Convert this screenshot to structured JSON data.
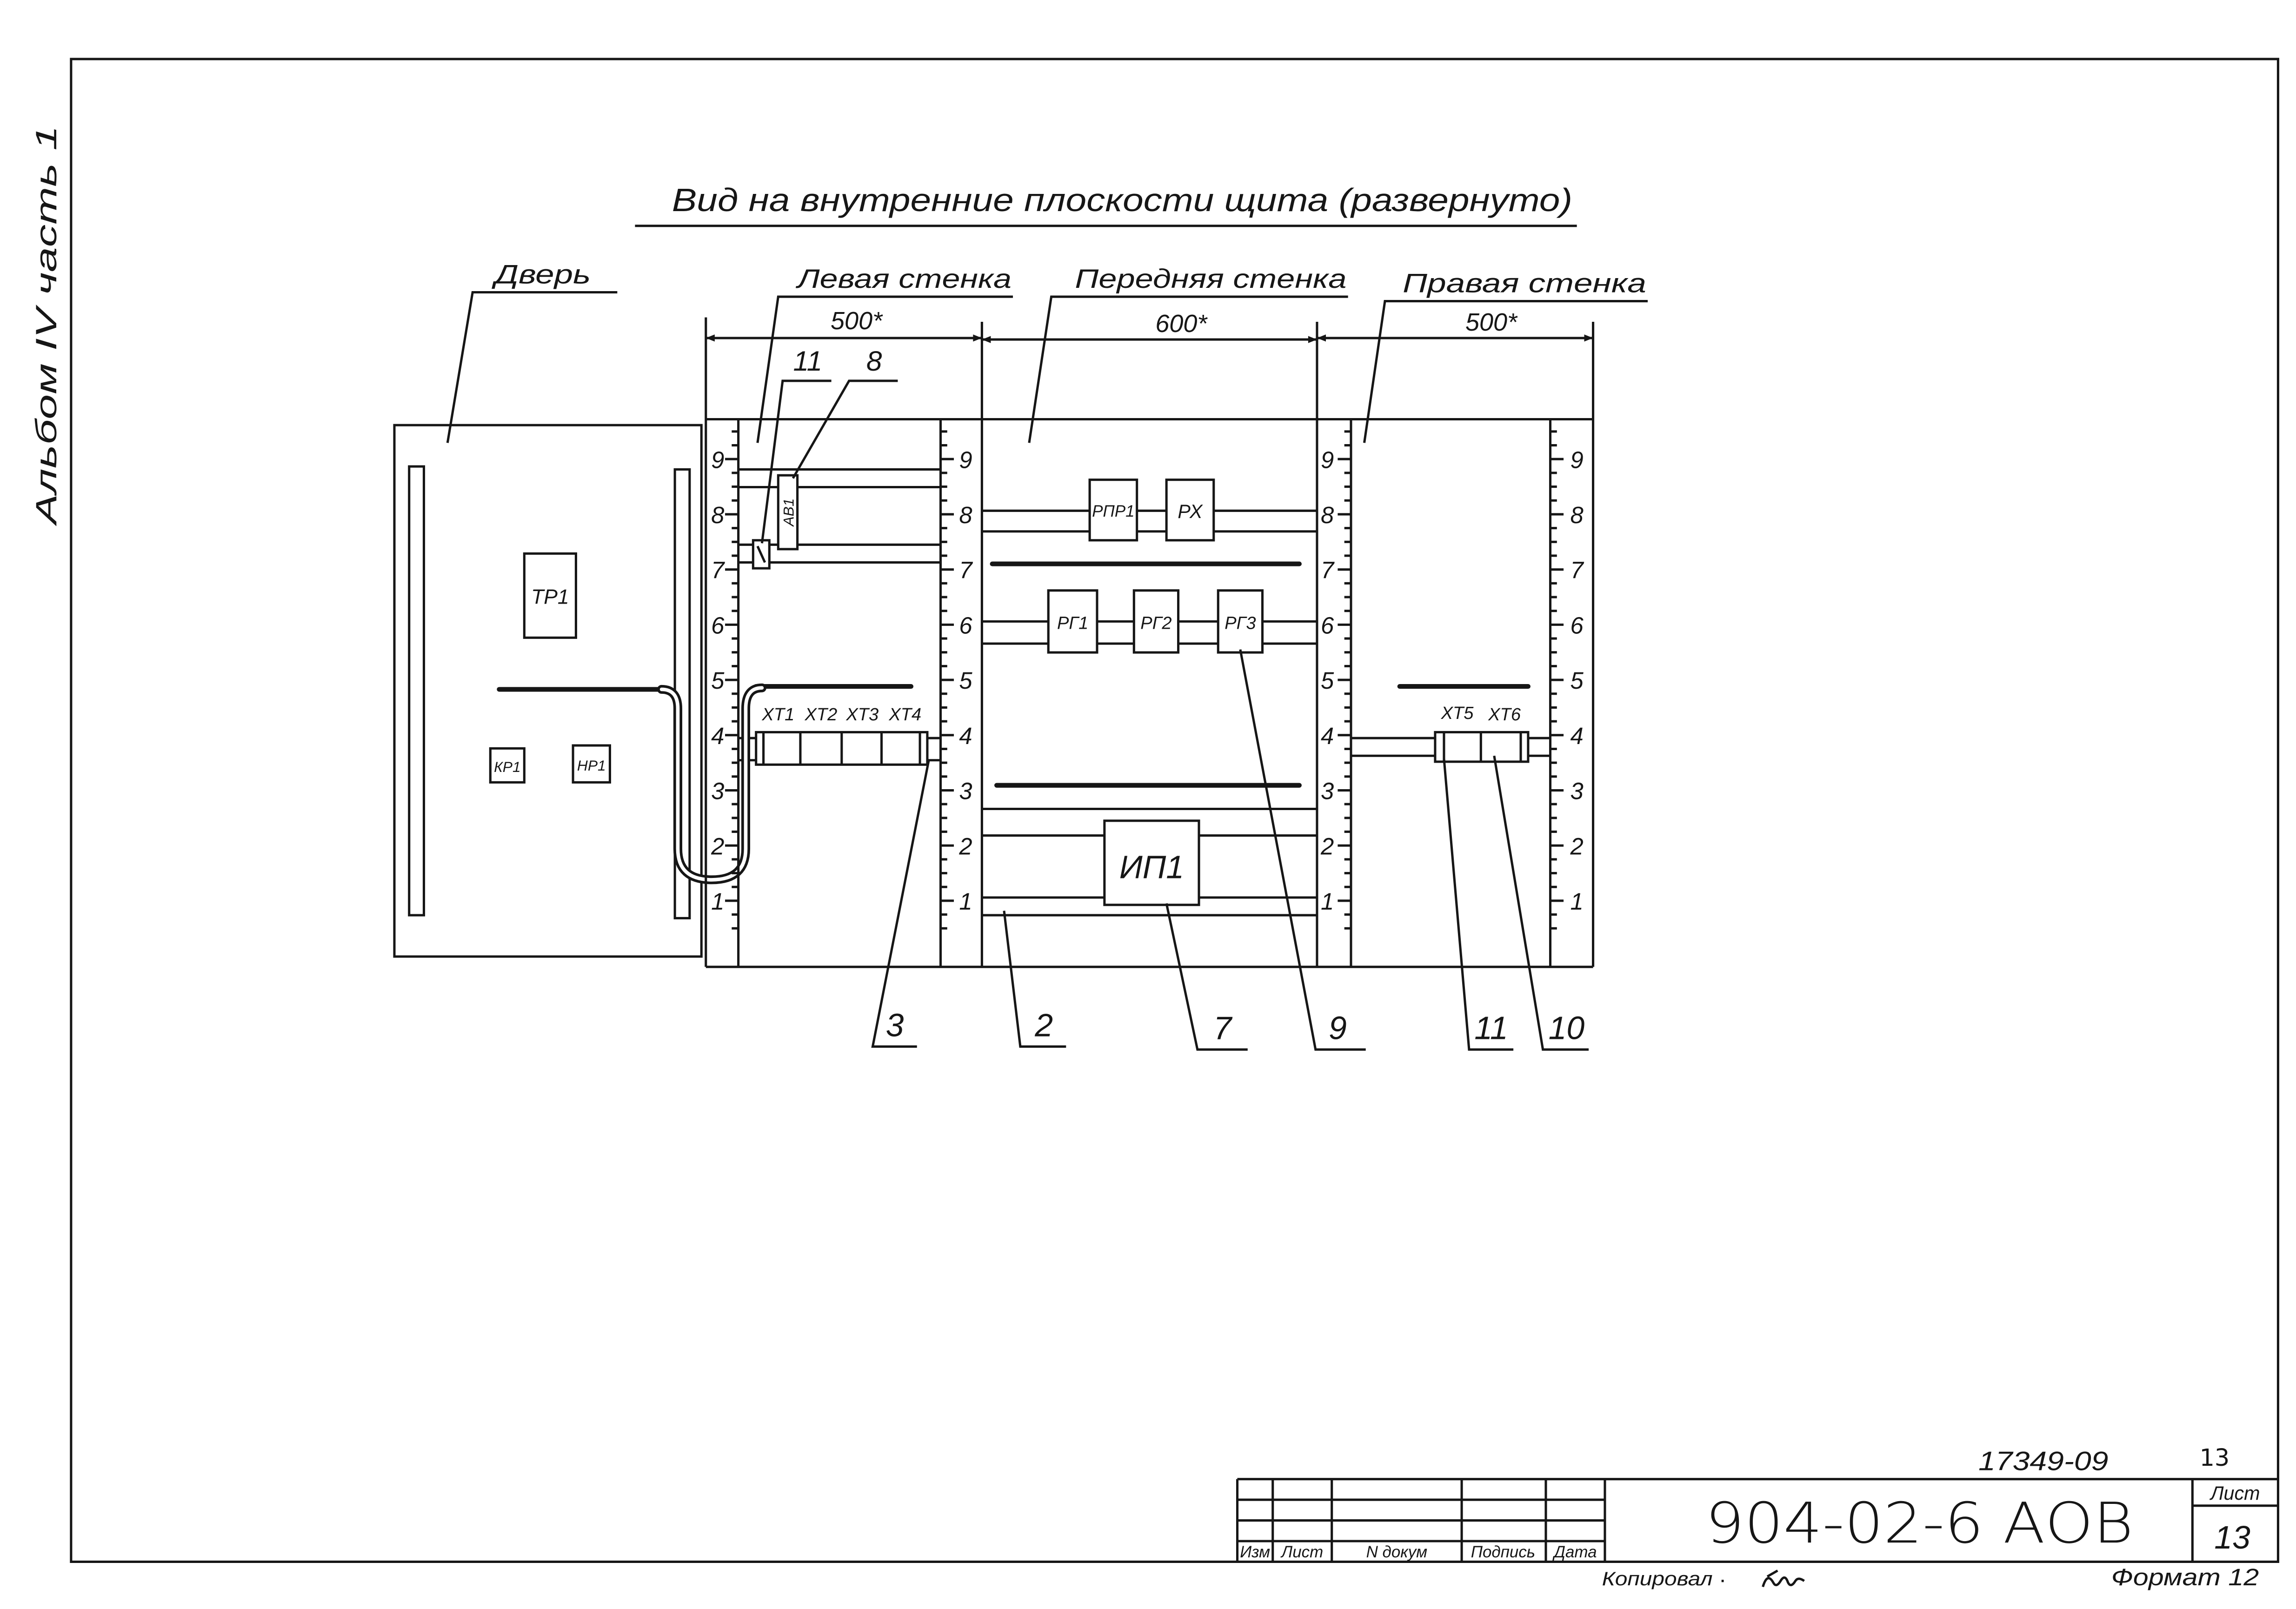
{
  "album_note": "Альбом IV часть 1",
  "title": "Вид на внутренние плоскости щита (развернуто)",
  "callouts": {
    "door": "Дверь",
    "left_wall": "Левая стенка",
    "front_wall": "Передняя стенка",
    "right_wall": "Правая стенка"
  },
  "dimensions": {
    "left_wall": "500*",
    "front_wall": "600*",
    "right_wall": "500*"
  },
  "scale_labels": [
    "9",
    "8",
    "7",
    "6",
    "5",
    "4",
    "3",
    "2",
    "1"
  ],
  "door_devices": {
    "tp1": "ТР1",
    "kp1": "КР1",
    "hp1": "НР1"
  },
  "left_wall_devices": {
    "av1": "АВ1",
    "xt1": "ХТ1",
    "xt2": "ХТ2",
    "xt3": "ХТ3",
    "xt4": "ХТ4"
  },
  "front_wall_devices": {
    "rpr1": "РПР1",
    "rx": "РХ",
    "rg1": "РГ1",
    "rg2": "РГ2",
    "rg3": "РГ3",
    "ip1": "ИП1"
  },
  "right_wall_devices": {
    "xt5": "ХТ5",
    "xt6": "ХТ6"
  },
  "position_marks": {
    "p11_top": "11",
    "p8": "8",
    "p3": "3",
    "p2": "2",
    "p7": "7",
    "p9": "9",
    "p11_bottom": "11",
    "p10": "10"
  },
  "title_block": {
    "archive_number": "17349-09",
    "sheet_corner": "13",
    "designation": "904-02-6 АОВ",
    "sheet_label": "Лист",
    "sheet_number": "13",
    "columns": [
      "Изм",
      "Лист",
      "N докум",
      "Подпись",
      "Дата"
    ],
    "copied_by": "Копировал",
    "format": "Формат 12"
  }
}
